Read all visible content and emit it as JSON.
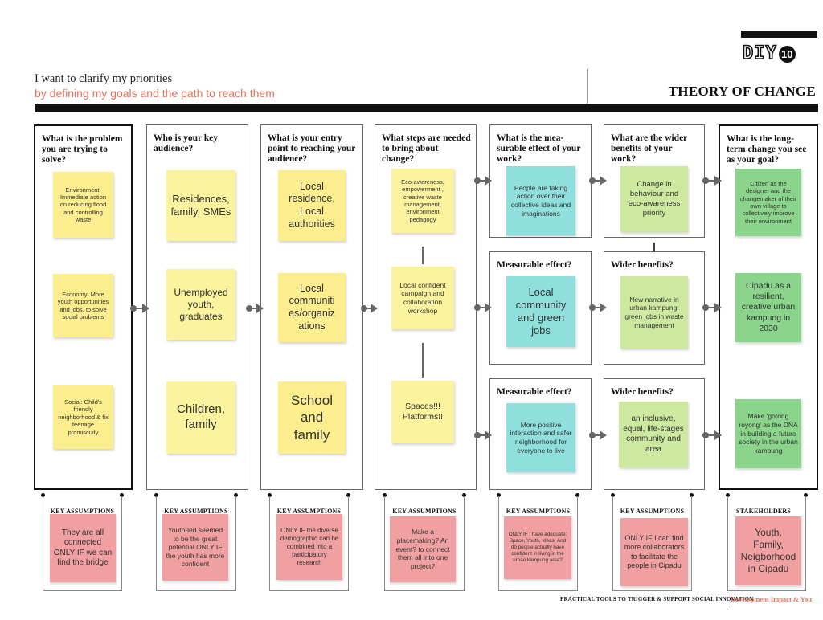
{
  "logo": {
    "text": "DIY",
    "number": "10"
  },
  "intro": {
    "line1": "I want to clarify my priorities",
    "line2": "by defining my goals and the path to reach them"
  },
  "title": "THEORY OF CHANGE",
  "columns": [
    {
      "heading": "What is the problem you are trying to solve?",
      "notes": [
        "Environment: Immediate action on reducing flood and controlling waste",
        "Economy: More youth opportunities and jobs, to solve social problems",
        "Social: Child's friendly neighborhood & fix teenage promiscuity"
      ],
      "assumption_label": "KEY ASSUMPTIONS",
      "assumption": "They are all connected ONLY IF we can find the bridge"
    },
    {
      "heading": "Who is your key audience?",
      "notes": [
        "Residences, family, SMEs",
        "Unemployed youth, graduates",
        "Children, family"
      ],
      "assumption_label": "KEY ASSUMPTIONS",
      "assumption": "Youth-led seemed to be the great potential ONLY IF the youth has more confident"
    },
    {
      "heading": "What is your entry point to reaching your audience?",
      "notes": [
        "Local residence, Local authorities",
        "Local communiti es/organiz ations",
        "School and family"
      ],
      "assumption_label": "KEY ASSUMPTIONS",
      "assumption": "ONLY IF the diverse demographic can be combined into a participatory research"
    },
    {
      "heading": "What steps are needed to bring about change?",
      "notes": [
        "Eco-awareness, empowerment , creative waste management, environment pedagogy",
        "Local confident campaign and collaboration workshop",
        "Spaces!!! Platforms!!"
      ],
      "assumption_label": "KEY ASSUMPTIONS",
      "assumption": "Make a placemaking? An event? to connect them all into one project?"
    },
    {
      "heading": "What is the mea-surable effect of your work?",
      "heading2": "Measurable effect?",
      "heading3": "Measurable effect?",
      "notes": [
        "People are taking action over their collective ideas and imaginations",
        "Local community and green jobs",
        "More positive interaction and safer neighborhood for everyone to live"
      ],
      "assumption_label": "KEY ASSUMPTIONS",
      "assumption": "ONLY IF I have adequate; Space, Youth, Ideas. And do people actually have confident in living in the urban kampung area?"
    },
    {
      "heading": "What are the wider benefits of your work?",
      "heading2": "Wider benefits?",
      "heading3": "Wider benefits?",
      "notes": [
        "Change in behaviour and eco-awareness priority",
        "New narrative in urban kampung: green jobs in waste management",
        "an inclusive, equal, life-stages community and area"
      ],
      "assumption_label": "KEY ASSUMPTIONS",
      "assumption": "ONLY IF I can find more collaborators to facilitate the people in Cipadu"
    },
    {
      "heading": "What is the long-term change you see as your goal?",
      "notes": [
        "Citizen as the designer and the changemaker of their own village to collectively improve their environment",
        "Cipadu as a resilient, creative urban kampung in 2030",
        "Make 'gotong royong' as the DNA in building a future society in the urban kampung"
      ],
      "assumption_label": "STAKEHOLDERS",
      "assumption": "Youth, Family, Neigborhood in Cipadu"
    }
  ],
  "footer": {
    "left": "PRACTICAL TOOLS TO TRIGGER & SUPPORT SOCIAL INNOVATION",
    "right": "Development Impact & You"
  },
  "colors": {
    "accent": "#e2735b",
    "yellow": "#fcee8e",
    "cyan": "#8fe0dc",
    "light_green": "#cde9a0",
    "green": "#8ad48b",
    "pink": "#f0a0a0"
  }
}
